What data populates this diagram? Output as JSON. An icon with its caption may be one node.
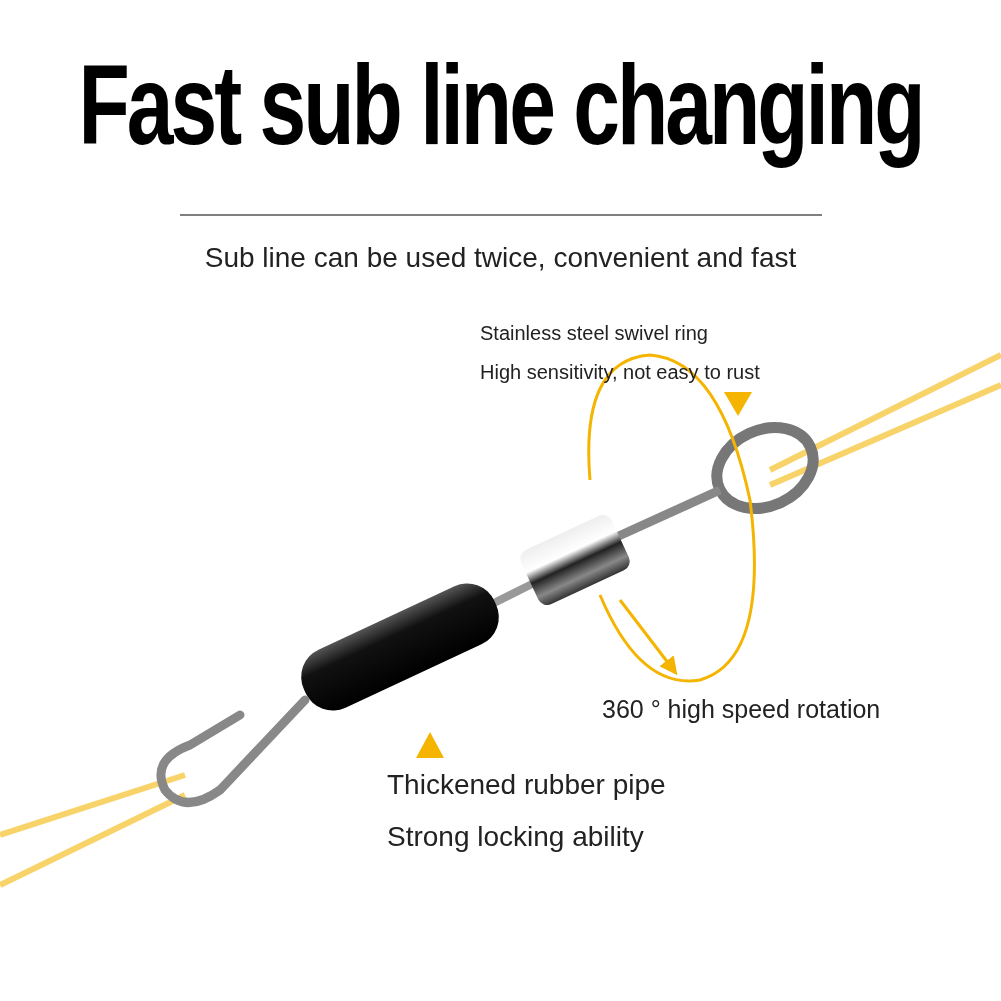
{
  "diagram": {
    "title": "Fast sub line changing",
    "labels": [
      "Sub line can be used twice, convenient and fast",
      "Stainless steel swivel ring",
      "High sensitivity, not easy to rust",
      "360 ° high speed rotation",
      "Thickened rubber pipe",
      "Strong locking ability"
    ]
  }
}
